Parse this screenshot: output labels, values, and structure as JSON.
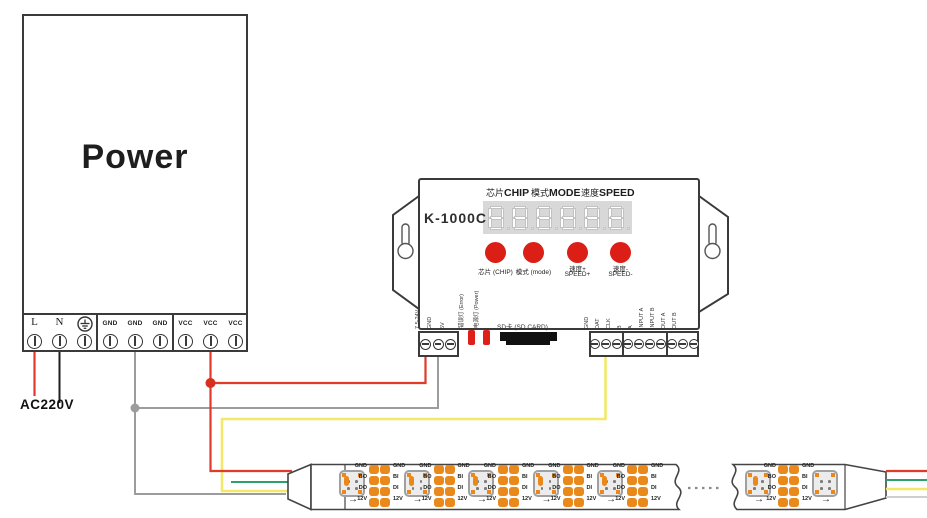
{
  "power_supply": {
    "title": "Power",
    "input_label": "AC220V",
    "terminals": {
      "ac": [
        "L",
        "N",
        "⏚"
      ],
      "gnd": [
        "GND",
        "GND",
        "GND"
      ],
      "vcc": [
        "VCC",
        "VCC",
        "VCC"
      ]
    }
  },
  "controller": {
    "model": "K-1000C",
    "display_headers": [
      {
        "zh": "芯片",
        "en": "CHIP"
      },
      {
        "zh": "模式",
        "en": "MODE"
      },
      {
        "zh": "速度",
        "en": "SPEED"
      }
    ],
    "display_value": "8.8.8.8.8.8",
    "buttons": [
      {
        "lines": [
          "芯片 (CHIP)"
        ]
      },
      {
        "lines": [
          "模式 (mode)"
        ]
      },
      {
        "lines": [
          "速度+",
          "SPEED+"
        ]
      },
      {
        "lines": [
          "速度-",
          "SPEED-"
        ]
      }
    ],
    "indicators": [
      "错误灯 (Error)",
      "电源灯 (Power)"
    ],
    "sd_slot_label": "SD卡 (SD CARD)",
    "left_terminals": [
      "7.5-24V",
      "GND",
      "5V"
    ],
    "right_terminals": [
      "GND",
      "DAT",
      "CLK",
      "B",
      "A",
      "INPUT A",
      "INPUT B",
      "OUT A",
      "OUT B",
      ""
    ]
  },
  "led_strip": {
    "pad_labels_left": [
      "GND",
      "BO",
      "DO",
      "12V"
    ],
    "pad_labels_right": [
      "GND",
      "BI",
      "DI",
      "12V"
    ],
    "section1_segments": 5,
    "section2_leds": 2
  },
  "wires": {
    "ac_live_color": "#e03a2a",
    "ac_neutral_color": "#1f1f1f",
    "ground_color": "#9c9c9c",
    "vcc_color": "#e03a2a",
    "data_color": "#f2e96a",
    "aux_data_color": "#2fa06b",
    "white_wire_color": "#cfcfcf"
  },
  "colors": {
    "button_red": "#dc1f16",
    "pad_orange": "#e9891b",
    "display_bg": "#d8d8d8",
    "outline": "#3a3a3a"
  }
}
